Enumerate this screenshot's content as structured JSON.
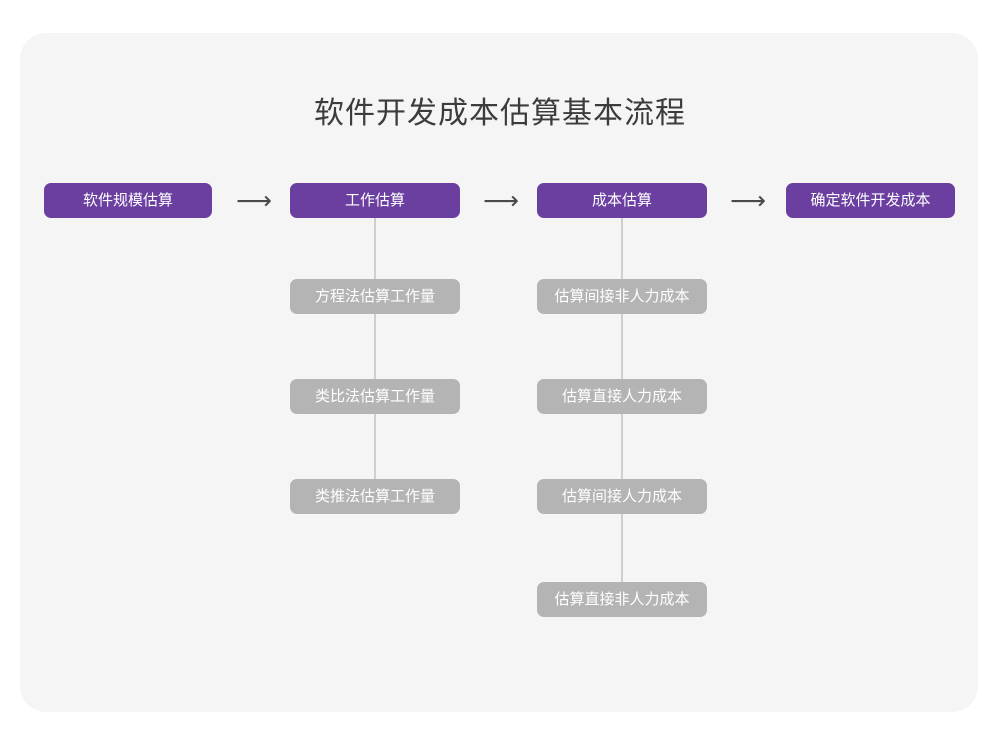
{
  "title": "软件开发成本估算基本流程",
  "colors": {
    "page_background": "#ffffff",
    "card_background": "#f5f5f5",
    "primary_node": "#6b3fa0",
    "secondary_node": "#b4b4b4",
    "connector": "#cfcfcf",
    "title_text": "#3c3c3c",
    "node_text": "#ffffff",
    "arrow": "#4a4a4a"
  },
  "arrows": {
    "glyph": "⟶",
    "name": "right-arrow-icon",
    "count": 3
  },
  "chart_data": {
    "type": "diagram",
    "title": "软件开发成本估算基本流程",
    "main_flow": [
      {
        "id": "scale",
        "label": "软件规模估算",
        "style": "primary"
      },
      {
        "id": "effort",
        "label": "工作估算",
        "style": "primary"
      },
      {
        "id": "cost",
        "label": "成本估算",
        "style": "primary"
      },
      {
        "id": "final",
        "label": "确定软件开发成本",
        "style": "primary"
      }
    ],
    "branches": [
      {
        "parent": "effort",
        "items": [
          {
            "label": "方程法估算工作量",
            "style": "secondary"
          },
          {
            "label": "类比法估算工作量",
            "style": "secondary"
          },
          {
            "label": "类推法估算工作量",
            "style": "secondary"
          }
        ]
      },
      {
        "parent": "cost",
        "items": [
          {
            "label": "估算间接非人力成本",
            "style": "secondary"
          },
          {
            "label": "估算直接人力成本",
            "style": "secondary"
          },
          {
            "label": "估算间接人力成本",
            "style": "secondary"
          },
          {
            "label": "估算直接非人力成本",
            "style": "secondary"
          }
        ]
      }
    ],
    "connections": [
      {
        "from": "scale",
        "to": "effort",
        "type": "arrow-horizontal"
      },
      {
        "from": "effort",
        "to": "cost",
        "type": "arrow-horizontal"
      },
      {
        "from": "cost",
        "to": "final",
        "type": "arrow-horizontal"
      },
      {
        "from": "effort",
        "to": "branch-left",
        "type": "line-vertical"
      },
      {
        "from": "cost",
        "to": "branch-right",
        "type": "line-vertical"
      }
    ]
  }
}
